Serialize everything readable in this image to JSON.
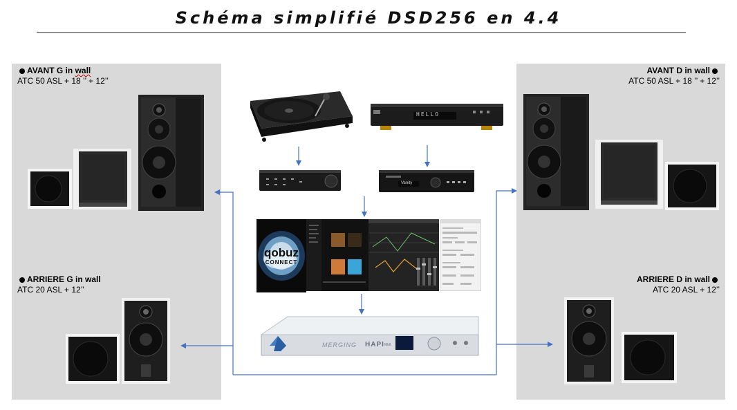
{
  "title": "Schéma simplifié DSD256 en 4.4",
  "zones": {
    "front_left": {
      "name": "AVANT G in",
      "name_extra": "wall",
      "model": "ATC 50 ASL + 18 ’’ + 12’’"
    },
    "front_right": {
      "name": "AVANT D in wall",
      "model": "ATC 50 ASL + 18 ’’ + 12’’"
    },
    "rear_left": {
      "name": "ARRIERE G in wall",
      "model": "ATC 20 ASL + 12’’"
    },
    "rear_right": {
      "name": "ARRIERE D in wall",
      "model": "ATC 20 ASL + 12’’"
    }
  },
  "devices": {
    "dac_screen": "HELLO",
    "phono_brand": "Vanity",
    "qobuz_line1": "qobuz",
    "qobuz_line2": "CONNECT",
    "merging_brand": "MERGING",
    "hapi_model": "HAPI",
    "hapi_suffix": "MkII"
  },
  "colors": {
    "arrow": "#4472c4",
    "panel": "#d9d9d9"
  }
}
